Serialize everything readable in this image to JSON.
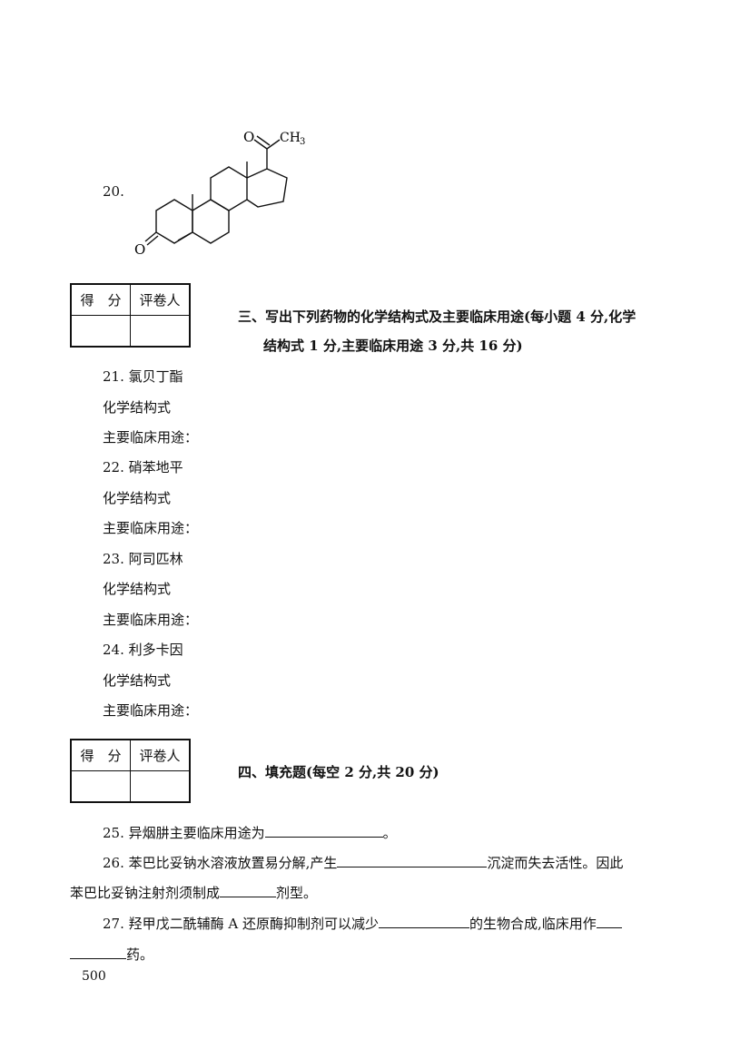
{
  "q20": {
    "number": "20.",
    "structure_labels": {
      "oxygen_top": "O",
      "methyl": "CH",
      "methyl_sub": "3",
      "oxygen_ring": "O"
    }
  },
  "score_table": {
    "score_label": "得　分",
    "reviewer_label": "评卷人"
  },
  "section3": {
    "heading_line1": "三、写出下列药物的化学结构式及主要临床用途(每小题 4 分,化学",
    "heading_line2": "结构式 1 分,主要临床用途 3 分,共 16 分)",
    "questions": [
      {
        "title": "21. 氯贝丁酯",
        "structure_label": "化学结构式",
        "use_label": "主要临床用途："
      },
      {
        "title": "22. 硝苯地平",
        "structure_label": "化学结构式",
        "use_label": "主要临床用途："
      },
      {
        "title": "23. 阿司匹林",
        "structure_label": "化学结构式",
        "use_label": "主要临床用途："
      },
      {
        "title": "24. 利多卡因",
        "structure_label": "化学结构式",
        "use_label": "主要临床用途："
      }
    ]
  },
  "section4": {
    "heading": "四、填充题(每空 2 分,共 20 分)",
    "q25": {
      "text_before": "25. 异烟肼主要临床用途为",
      "text_after": "。"
    },
    "q26": {
      "line1_before": "26. 苯巴比妥钠水溶液放置易分解,产生",
      "line1_after": "沉淀而失去活性。因此",
      "line2_before": "苯巴比妥钠注射剂须制成",
      "line2_after": "剂型。"
    },
    "q27": {
      "line1_before": "27. 羟甲戊二酰辅酶 A 还原酶抑制剂可以减少",
      "line1_mid": "的生物合成,临床用作",
      "line2_after": "药。"
    }
  },
  "page_number": "500"
}
